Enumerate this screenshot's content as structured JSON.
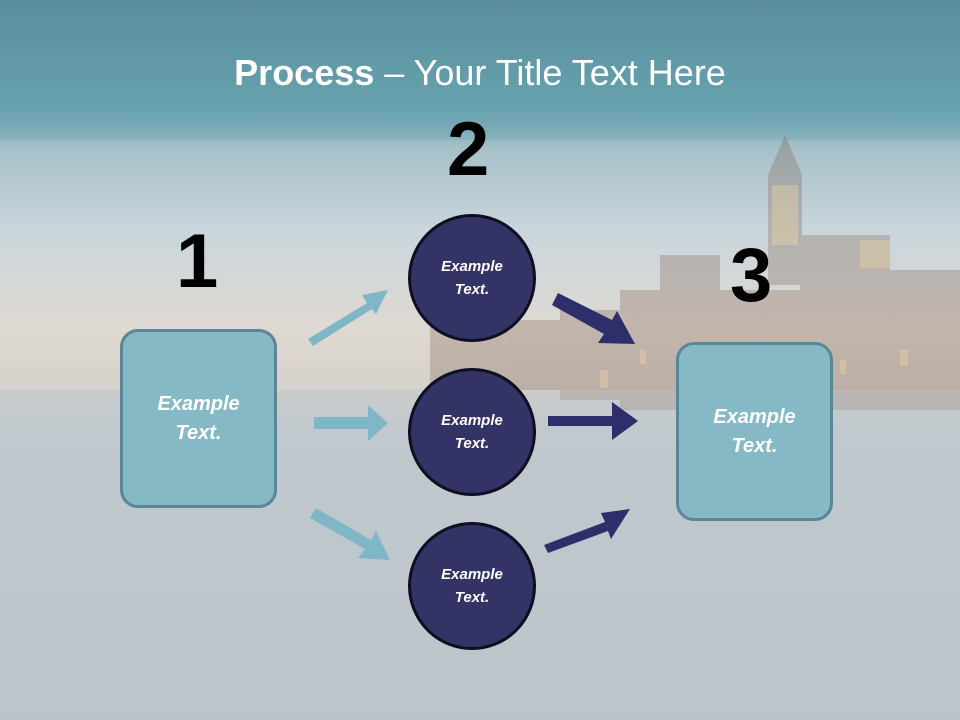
{
  "title": {
    "bold": "Process",
    "rest": " – Your Title Text Here"
  },
  "steps": [
    {
      "number": "1",
      "label": "Example Text."
    },
    {
      "number": "2",
      "items": [
        "Example Text.",
        "Example Text.",
        "Example Text."
      ]
    },
    {
      "number": "3",
      "label": "Example Text."
    }
  ],
  "colors": {
    "box_fill": "#86b9c6",
    "circle_fill": "#333366",
    "light_arrow": "#7fb7c6",
    "dark_arrow": "#2e2e6a"
  }
}
